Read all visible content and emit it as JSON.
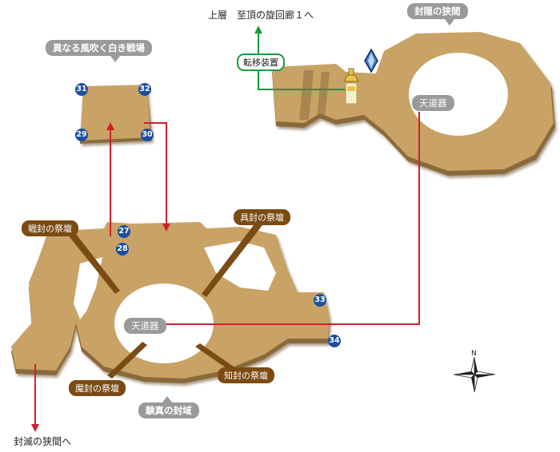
{
  "areas": {
    "top_left": "異なる風吹く白き戦場",
    "top_right": "封隠の狭間",
    "bottom": "験真の封域"
  },
  "exits": {
    "up": "上層　至頂の旋回廊１へ",
    "down": "封滅の狭間へ"
  },
  "teleporter": "転移装置",
  "devices": {
    "right": "天道器",
    "left": "天道器"
  },
  "altars": {
    "war": "戦封の祭壇",
    "gear": "具封の祭壇",
    "magic": "魔封の祭壇",
    "knowledge": "知封の祭壇"
  },
  "markers": [
    "31",
    "32",
    "29",
    "30",
    "27",
    "28",
    "33",
    "34"
  ],
  "compass": {
    "north": "N"
  },
  "colors": {
    "floor": "#c9a265",
    "floor_side": "#8a6a3a",
    "route_red": "#d0202e",
    "route_green": "#1a9a3c",
    "marker_blue": "#1b4fa0",
    "label_grey": "#9a9a9a",
    "label_brown": "#7a4b12"
  }
}
